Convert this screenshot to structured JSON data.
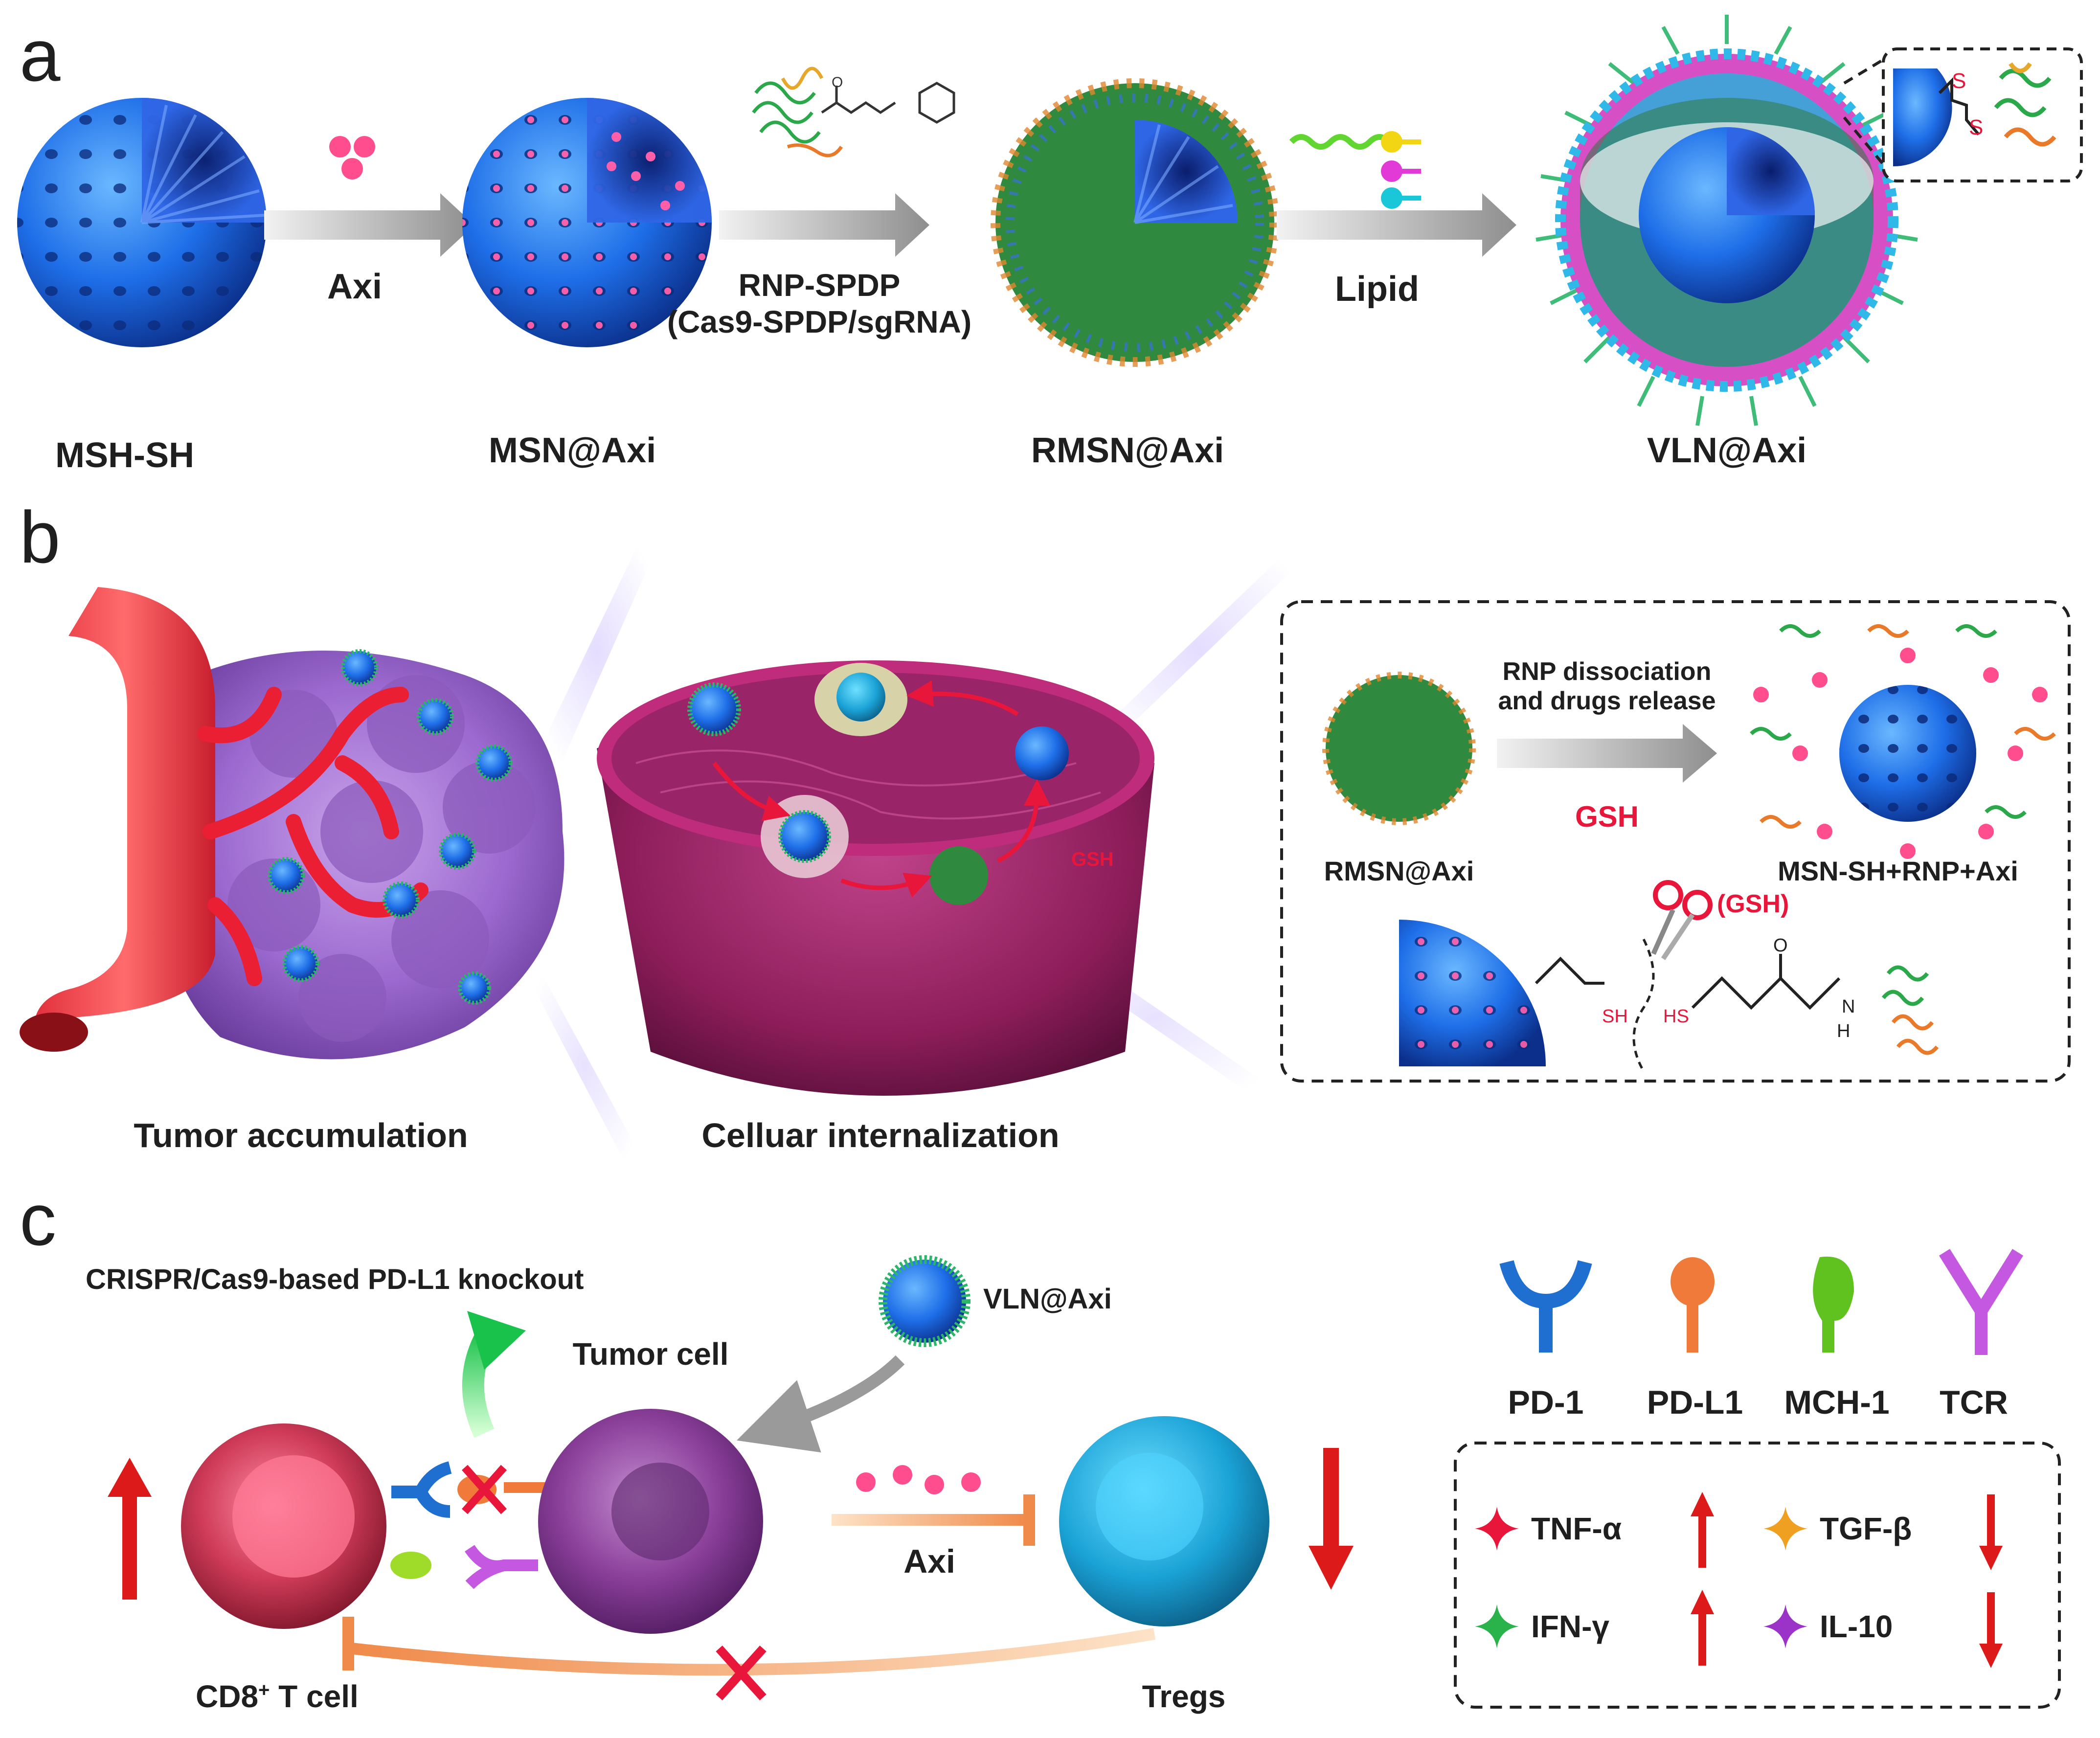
{
  "panels": {
    "a": {
      "letter": "a",
      "steps": [
        {
          "label": "MSH-SH"
        },
        {
          "label": "MSN@Axi"
        },
        {
          "label": "RMSN@Axi"
        },
        {
          "label": "VLN@Axi"
        }
      ],
      "arrows": [
        {
          "label": "Axi"
        },
        {
          "label1": "RNP-SPDP",
          "label2": "(Cas9-SPDP/sgRNA)"
        },
        {
          "label": "Lipid"
        }
      ],
      "inset_atoms": {
        "s1": "S",
        "s2": "S"
      }
    },
    "b": {
      "letter": "b",
      "left_caption": "Tumor accumulation",
      "middle_caption": "Celluar internalization",
      "cell_gsh": "GSH",
      "box": {
        "arrow_label_1": "RNP dissociation",
        "arrow_label_2": "and drugs release",
        "trigger": "GSH",
        "left_label": "RMSN@Axi",
        "right_label": "MSN-SH+RNP+Axi",
        "scissor_label": "(GSH)",
        "sh_left": "SH",
        "hs_right": "HS",
        "n_atom": "N",
        "h_atom": "H",
        "o_atom": "O"
      }
    },
    "c": {
      "letter": "c",
      "knockout": "CRISPR/Cas9-based PD-L1 knockout",
      "nanoparticle": "VLN@Axi",
      "tumor_cell": "Tumor cell",
      "drug": "Axi",
      "cd8_label": "CD8",
      "cd8_sup": "+",
      "cd8_suffix": " T cell",
      "tregs": "Tregs",
      "legend": [
        {
          "name": "PD-1",
          "color": "#1f6fd1"
        },
        {
          "name": "PD-L1",
          "color": "#ef7a3a"
        },
        {
          "name": "MCH-1",
          "color": "#5fc21f"
        },
        {
          "name": "TCR",
          "color": "#c458e0"
        }
      ],
      "cytokines": [
        {
          "name": "TNF-α",
          "color": "#e8163b",
          "trend": "up"
        },
        {
          "name": "TGF-β",
          "color": "#f0a020",
          "trend": "down"
        },
        {
          "name": "IFN-γ",
          "color": "#2ab34a",
          "trend": "up"
        },
        {
          "name": "IL-10",
          "color": "#9b33c9",
          "trend": "down"
        }
      ]
    }
  }
}
